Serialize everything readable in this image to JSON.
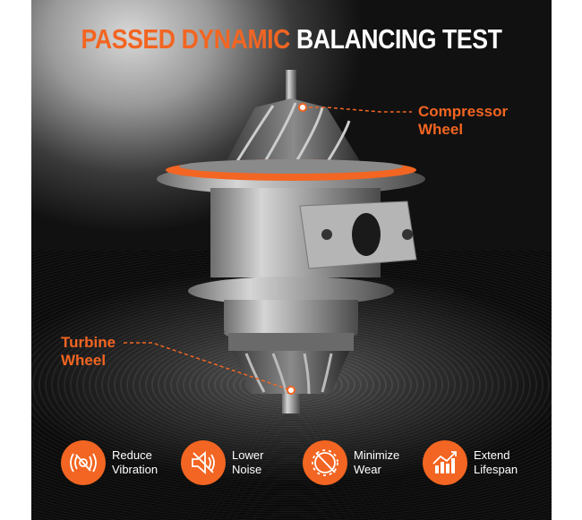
{
  "title": {
    "orange": "PASSED DYNAMIC",
    "white": "BALANCING TEST"
  },
  "callouts": {
    "compressor": {
      "line1": "Compressor",
      "line2": "Wheel"
    },
    "turbine": {
      "line1": "Turbine",
      "line2": "Wheel"
    }
  },
  "features": [
    {
      "icon": "vibration-icon",
      "line1": "Reduce",
      "line2": "Vibration"
    },
    {
      "icon": "mute-speaker-icon",
      "line1": "Lower",
      "line2": "Noise"
    },
    {
      "icon": "wear-icon",
      "line1": "Minimize",
      "line2": "Wear"
    },
    {
      "icon": "growth-chart-icon",
      "line1": "Extend",
      "line2": "Lifespan"
    }
  ],
  "colors": {
    "accent": "#f26522",
    "text": "#ffffff",
    "background": "#1a1a1a"
  }
}
